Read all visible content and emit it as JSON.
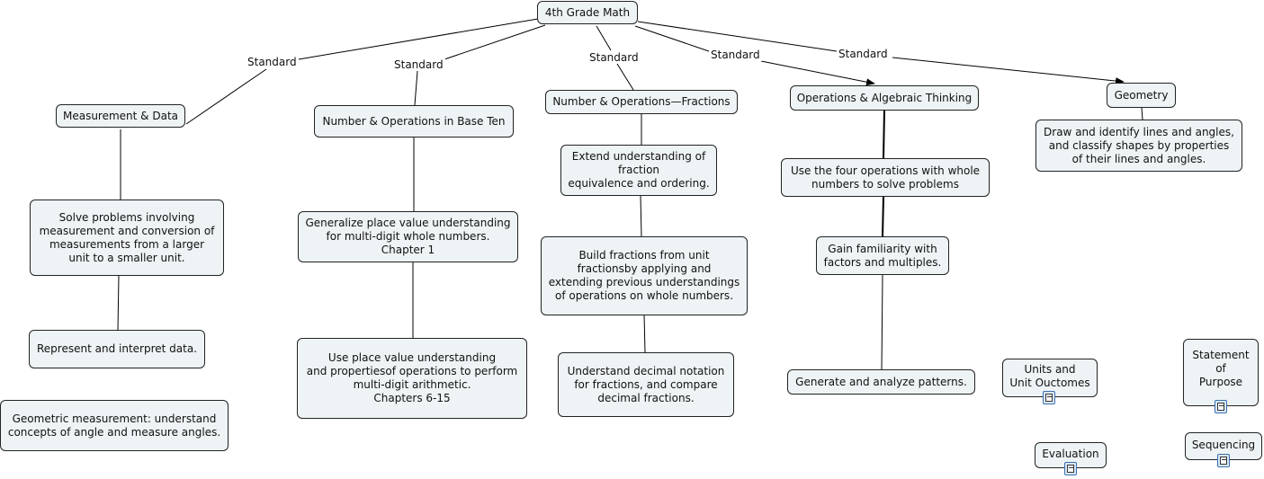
{
  "root": {
    "text": "4th Grade Math"
  },
  "link_label": "Standard",
  "domains": {
    "measurement": "Measurement & Data",
    "base_ten": "Number & Operations in Base Ten",
    "fractions": "Number & Operations—Fractions",
    "algebraic": "Operations & Algebraic Thinking",
    "geometry": "Geometry"
  },
  "clusters": {
    "md_1": "Solve problems involving\nmeasurement and conversion of\nmeasurements from a larger\nunit to a smaller unit.",
    "md_2": "Represent and interpret data.",
    "md_3": "Geometric measurement: understand\nconcepts of angle and measure angles.",
    "nbt_1": "Generalize place value understanding\nfor multi-digit whole numbers.\nChapter 1",
    "nbt_2": "Use place value understanding\nand propertiesof operations to perform\nmulti-digit arithmetic.\nChapters 6-15",
    "nf_1": "Extend understanding of\nfraction\nequivalence and ordering.",
    "nf_2": "Build fractions from unit\nfractionsby applying and\nextending previous understandings\nof operations on whole numbers.",
    "nf_3": "Understand decimal notation\nfor fractions, and compare\ndecimal fractions.",
    "oa_1": "Use the four operations with whole\nnumbers to solve problems",
    "oa_2": "Gain familiarity with\nfactors and multiples.",
    "oa_3": "Generate and analyze patterns.",
    "g_1": "Draw and identify lines and angles,\nand classify shapes by properties\nof their lines and angles."
  },
  "resources": {
    "units": {
      "label": "Units and\nUnit Ouctomes",
      "icon": "document-icon"
    },
    "purpose": {
      "label": "Statement\nof\nPurpose",
      "icon": "document-icon"
    },
    "evaluation": {
      "label": "Evaluation",
      "icon": "document-icon"
    },
    "sequencing": {
      "label": "Sequencing",
      "icon": "document-icon"
    }
  },
  "colors": {
    "node_fill": "#eef3f5",
    "node_border": "#222222",
    "line": "#000000",
    "icon_border": "#3a6fb0"
  }
}
